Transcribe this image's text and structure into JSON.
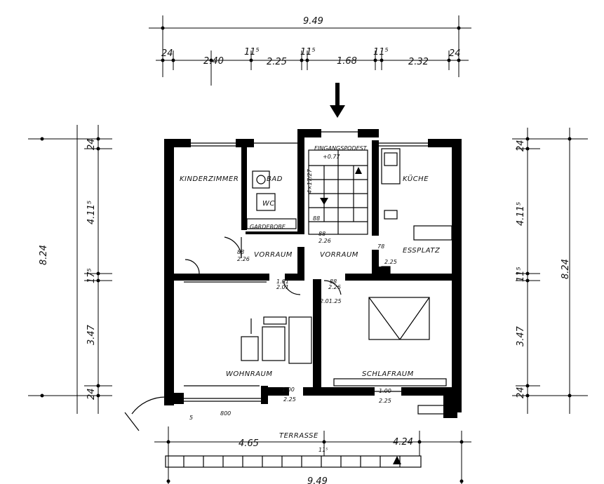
{
  "dimensions": {
    "top_overall": "9.49",
    "top_segments": [
      "24",
      "2.40",
      "11⁵",
      "2.25",
      "11⁵",
      "1.68",
      "11⁵",
      "2.32",
      "24"
    ],
    "bottom_overall": "9.49",
    "left_overall": "8.24",
    "left_segments": [
      "24",
      "4.11⁵",
      "17⁵",
      "3.47",
      "24"
    ],
    "right_overall": "8.24",
    "right_segments": [
      "24",
      "4.11⁵",
      "11⁵",
      "3.47",
      "24"
    ],
    "terrace_width": "4.65",
    "terrace_right": "4.24",
    "terrace_step": "11⁵"
  },
  "rooms": {
    "kinderzimmer": "KINDERZIMMER",
    "bad": "BAD",
    "wc": "WC",
    "garderobe": "GARDEROBE",
    "vorraum_left": "VORRAUM",
    "vorraum_center": "VORRAUM",
    "kueche": "KÜCHE",
    "essplatz": "ESSPLATZ",
    "wohnraum": "WOHNRAUM",
    "schlafraum": "SCHLAFRAUM",
    "terrasse": "TERRASSE",
    "eingangspodest": "EINGANGSPODEST",
    "eingang_level": "+0.77"
  },
  "door_labels": {
    "d1": "88",
    "d2": "2.26",
    "d3": "88",
    "d4": "2.26",
    "d5": "1.01",
    "d6": "2.01",
    "d7": "1.00",
    "d8": "2.25",
    "d9": "1.00",
    "d10": "2.25",
    "d11": "2.01.25",
    "d12": "88",
    "d13": "2.26",
    "d14": "78",
    "d15": "2.25",
    "d16": "800",
    "d17": "5",
    "d18": "88",
    "d19": "4×17/27"
  }
}
